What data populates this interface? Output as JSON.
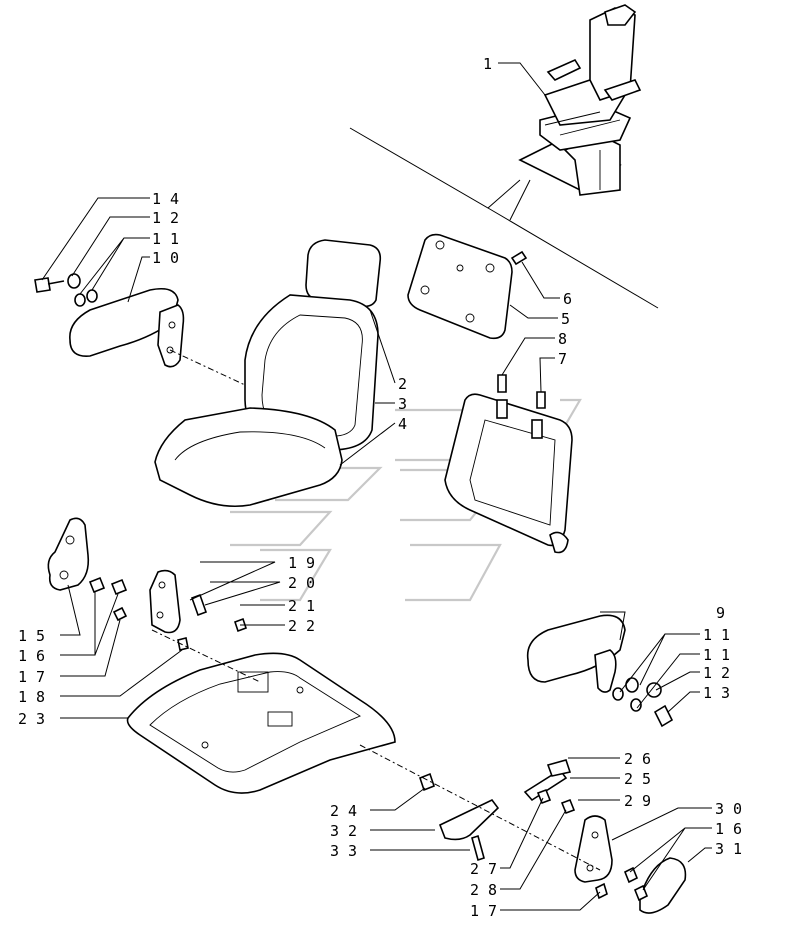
{
  "callouts": [
    {
      "id": "c1",
      "text": "1"
    },
    {
      "id": "c14",
      "text": "1 4"
    },
    {
      "id": "c12a",
      "text": "1 2"
    },
    {
      "id": "c11a",
      "text": "1 1"
    },
    {
      "id": "c10",
      "text": "1 0"
    },
    {
      "id": "c6",
      "text": "6"
    },
    {
      "id": "c5",
      "text": "5"
    },
    {
      "id": "c8",
      "text": "8"
    },
    {
      "id": "c7",
      "text": "7"
    },
    {
      "id": "c2",
      "text": "2"
    },
    {
      "id": "c3",
      "text": "3"
    },
    {
      "id": "c4",
      "text": "4"
    },
    {
      "id": "c19",
      "text": "1 9"
    },
    {
      "id": "c20",
      "text": "2 0"
    },
    {
      "id": "c21",
      "text": "2 1"
    },
    {
      "id": "c22",
      "text": "2 2"
    },
    {
      "id": "c15",
      "text": "1 5"
    },
    {
      "id": "c16a",
      "text": "1 6"
    },
    {
      "id": "c17a",
      "text": "1 7"
    },
    {
      "id": "c18",
      "text": "1 8"
    },
    {
      "id": "c23",
      "text": "2 3"
    },
    {
      "id": "c9",
      "text": "9"
    },
    {
      "id": "c11b",
      "text": "1 1"
    },
    {
      "id": "c11c",
      "text": "1 1"
    },
    {
      "id": "c12b",
      "text": "1 2"
    },
    {
      "id": "c13",
      "text": "1 3"
    },
    {
      "id": "c26",
      "text": "2 6"
    },
    {
      "id": "c25",
      "text": "2 5"
    },
    {
      "id": "c29",
      "text": "2 9"
    },
    {
      "id": "c24",
      "text": "2 4"
    },
    {
      "id": "c32",
      "text": "3 2"
    },
    {
      "id": "c33",
      "text": "3 3"
    },
    {
      "id": "c27",
      "text": "2 7"
    },
    {
      "id": "c28",
      "text": "2 8"
    },
    {
      "id": "c17b",
      "text": "1 7"
    },
    {
      "id": "c30",
      "text": "3 0"
    },
    {
      "id": "c16b",
      "text": "1 6"
    },
    {
      "id": "c31",
      "text": "3 1"
    }
  ]
}
